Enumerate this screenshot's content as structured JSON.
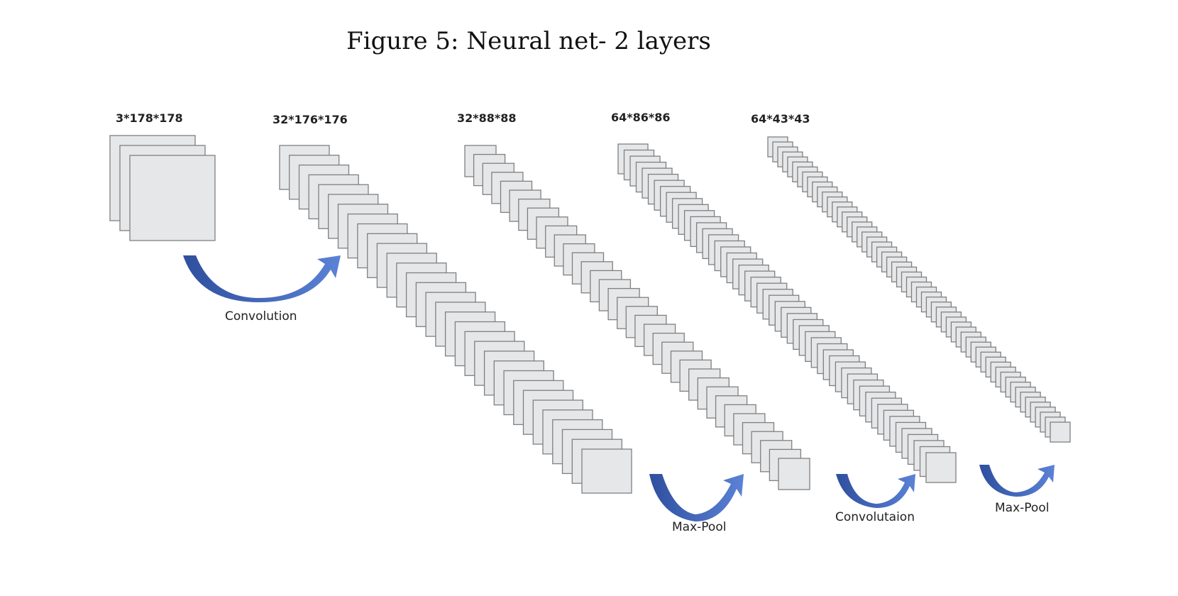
{
  "figure": {
    "caption": "Figure 5: Neural net- 2 layers"
  },
  "layers": [
    {
      "id": "input",
      "label": "3*178*178",
      "maps": 3
    },
    {
      "id": "conv1",
      "label": "32*176*176",
      "maps": 32
    },
    {
      "id": "pool1",
      "label": "32*88*88",
      "maps": 32
    },
    {
      "id": "conv2",
      "label": "64*86*86",
      "maps": 64
    },
    {
      "id": "pool2",
      "label": "64*43*43",
      "maps": 64
    }
  ],
  "operations": [
    {
      "id": "op1",
      "label": "Convolution"
    },
    {
      "id": "op2",
      "label": "Max-Pool"
    },
    {
      "id": "op3",
      "label": "Convolutaion"
    },
    {
      "id": "op4",
      "label": "Max-Pool"
    }
  ],
  "colors": {
    "arrow": "#4a6fc4",
    "arrow_dark": "#2f4f9e",
    "map_fill": "#e6e7e8",
    "map_stroke": "#7f8083"
  }
}
